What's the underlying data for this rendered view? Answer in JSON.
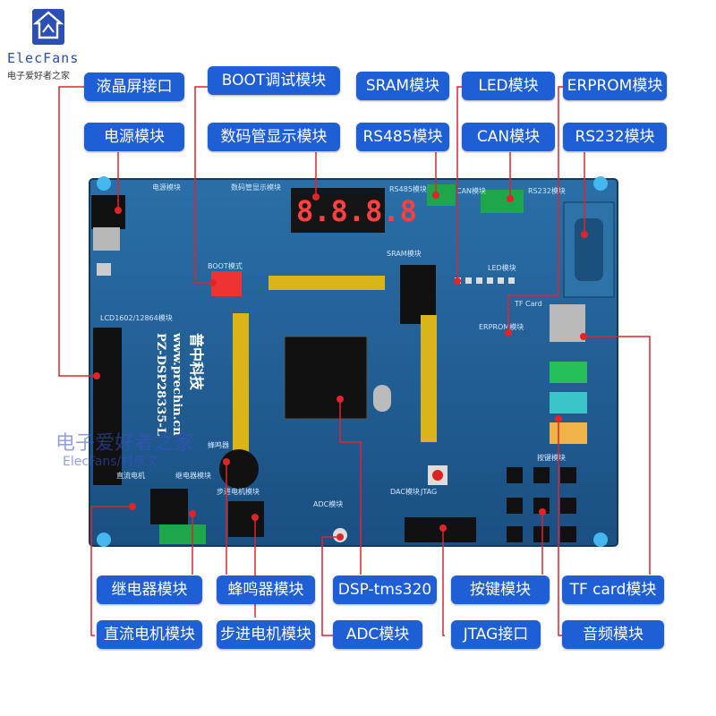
{
  "logo": {
    "brand": "ElecFans",
    "subtitle": "电子爱好者之家",
    "icon": "house-chip-icon"
  },
  "watermark": {
    "cn": "电子爱好者之家",
    "en": "ElecFans/村彦文"
  },
  "labels": {
    "lcd": "液晶屏接口",
    "boot": "BOOT调试模块",
    "sram": "SRAM模块",
    "led": "LED模块",
    "erprom": "ERPROM模块",
    "power": "电源模块",
    "seg": "数码管显示模块",
    "rs485": "RS485模块",
    "can": "CAN模块",
    "rs232": "RS232模块",
    "relay": "继电器模块",
    "buzzer": "蜂鸣器模块",
    "dsp": "DSP-tms320",
    "key": "按键模块",
    "tfcard": "TF card模块",
    "dcmotor": "直流电机模块",
    "stepper": "步进电机模块",
    "adc": "ADC模块",
    "jtag": "JTAG接口",
    "audio": "音频模块"
  },
  "board": {
    "digits": "8.8.8.8",
    "silk_title": "普中科技",
    "silk_url": "www.prechin.cn",
    "silk_model": "PZ-DSP28335-L",
    "silk_power": "电源模块",
    "silk_seg": "数码管显示模块",
    "silk_rs485": "RS485模块",
    "silk_can": "CAN模块",
    "silk_rs232": "RS232模块",
    "silk_boot": "BOOT模式",
    "silk_sram": "SRAM模块",
    "silk_led": "LED模块",
    "silk_erprom": "ERPROM模块",
    "silk_lcd": "LCD1602/12864模块",
    "silk_tf": "TF Card",
    "silk_buzzer": "蜂鸣器",
    "silk_relay": "继电器模块",
    "silk_dc": "直流电机",
    "silk_stepper": "步进电机模块",
    "silk_adc": "ADC模块",
    "silk_dac": "DAC模块",
    "silk_jtag": "JTAG",
    "silk_key": "按键模块"
  },
  "colors": {
    "label_bg": "#1f5fd6",
    "board": "#1e5d93",
    "leader": "#e1242a"
  }
}
